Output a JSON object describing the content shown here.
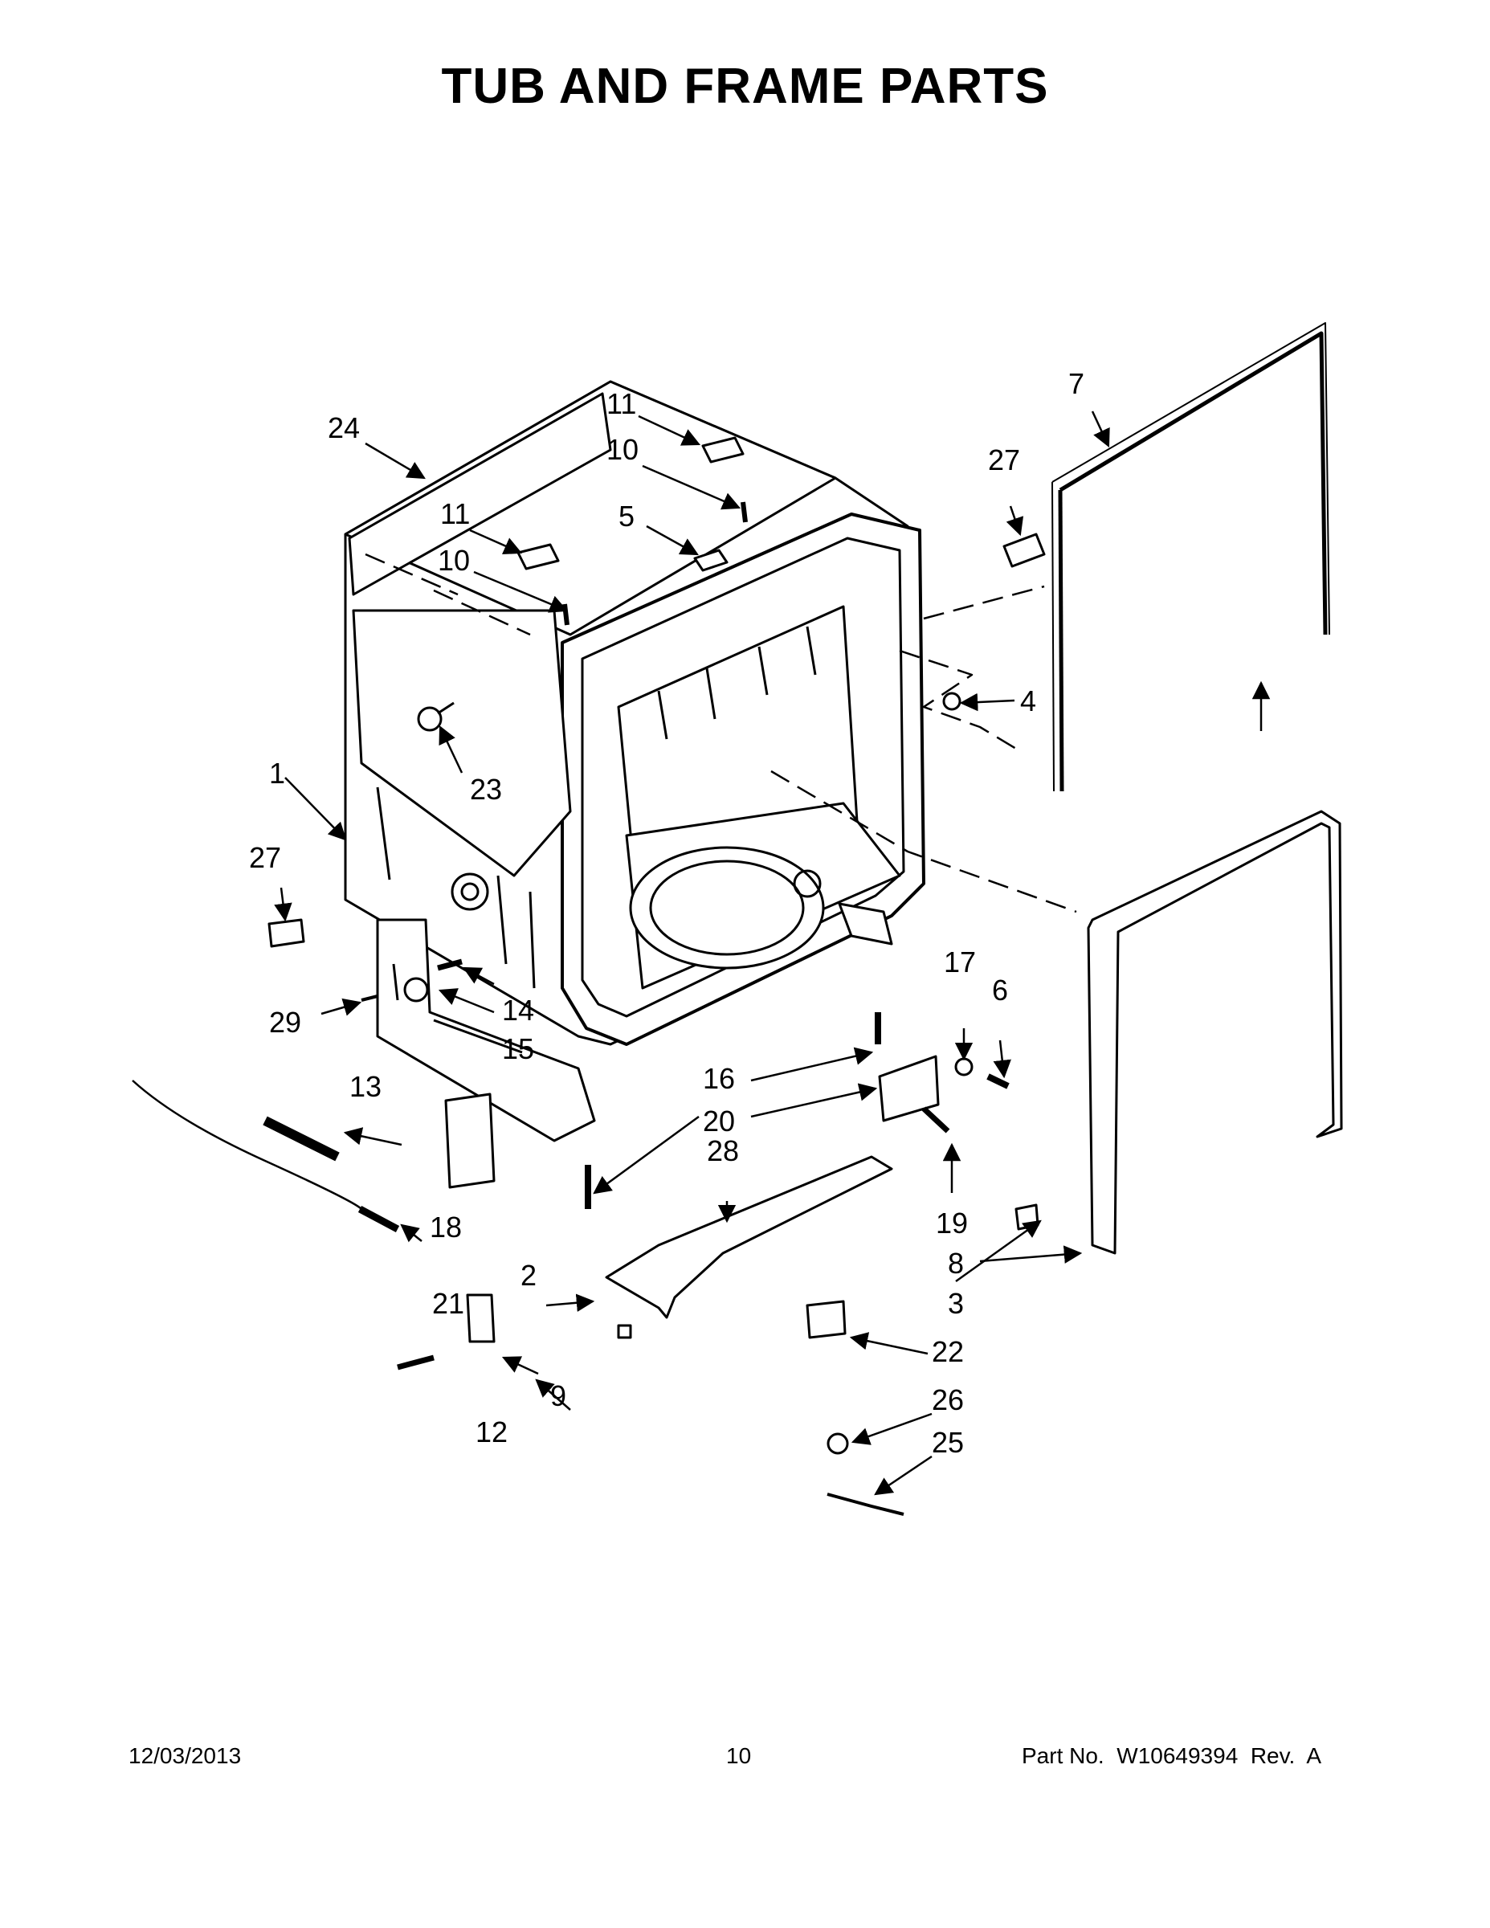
{
  "title": "TUB AND FRAME PARTS",
  "callouts": {
    "c1": "1",
    "c2": "2",
    "c3": "3",
    "c4": "4",
    "c5": "5",
    "c6": "6",
    "c7": "7",
    "c8": "8",
    "c9": "9",
    "c10a": "10",
    "c10b": "10",
    "c11a": "11",
    "c11b": "11",
    "c12": "12",
    "c13": "13",
    "c14": "14",
    "c15": "15",
    "c16": "16",
    "c17": "17",
    "c18": "18",
    "c19": "19",
    "c20": "20",
    "c21": "21",
    "c22": "22",
    "c23": "23",
    "c24": "24",
    "c25": "25",
    "c26": "26",
    "c27a": "27",
    "c27b": "27",
    "c28": "28",
    "c29": "29"
  },
  "footer": {
    "date": "12/03/2013",
    "page": "10",
    "part": "Part No.  W10649394  Rev.  A"
  }
}
